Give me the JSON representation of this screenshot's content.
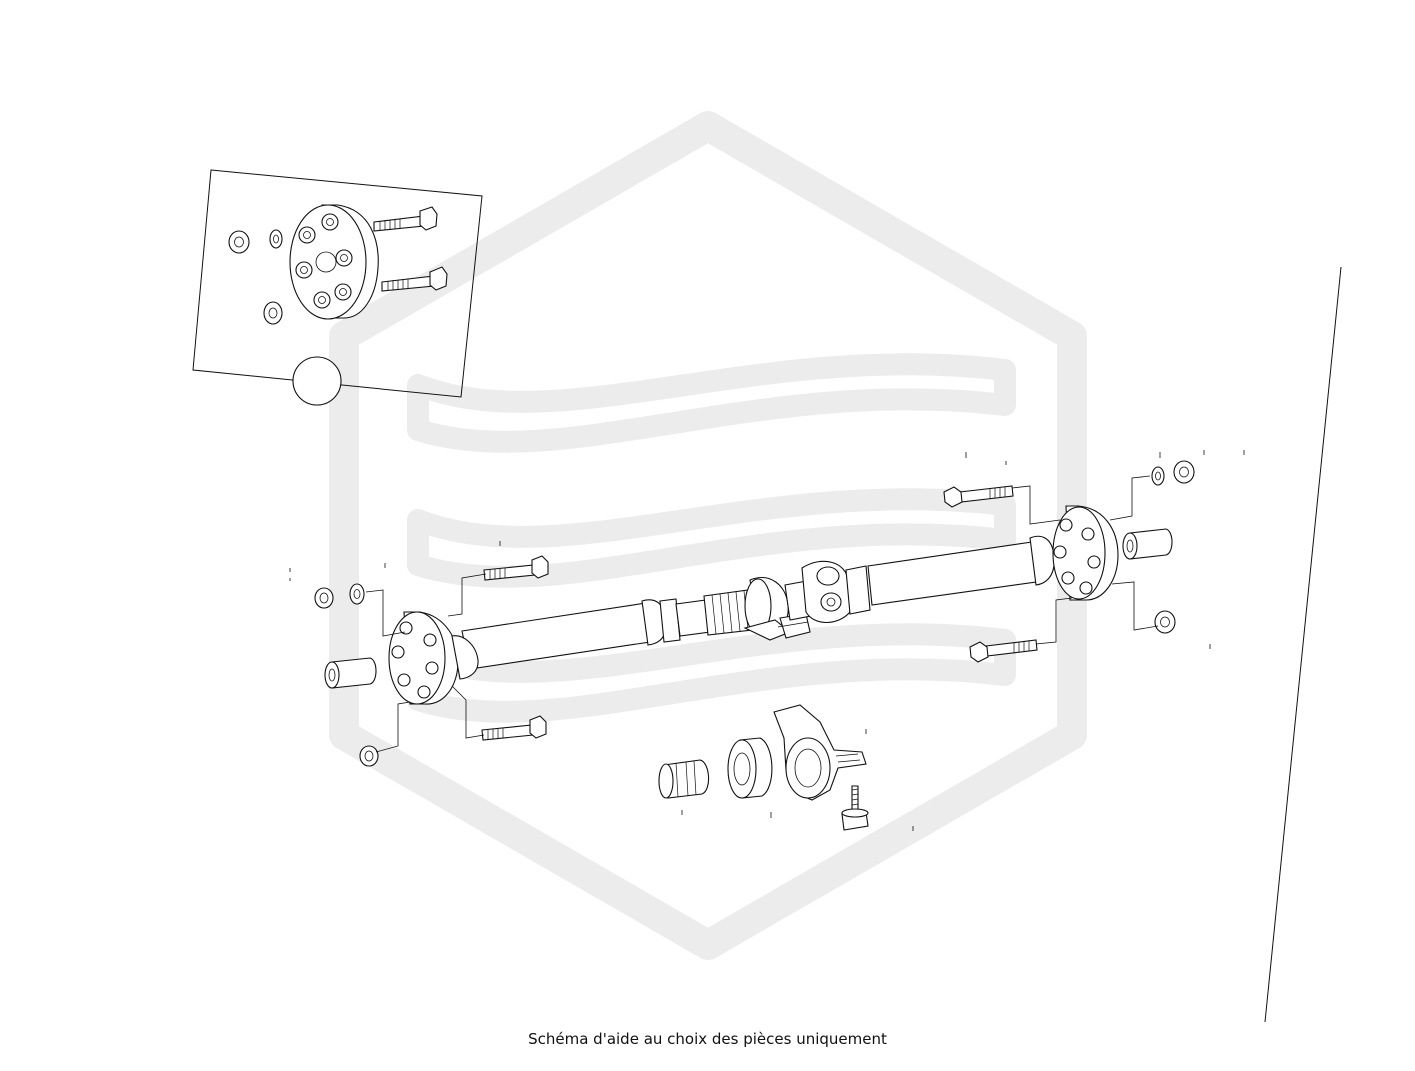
{
  "caption": "Schéma d'aide au choix des pièces uniquement",
  "watermark": {
    "color": "#ececec",
    "shape": "hexagon-wave-logo"
  },
  "diagram": {
    "type": "exploded-parts-view",
    "subject": "propeller-shaft-assembly"
  }
}
